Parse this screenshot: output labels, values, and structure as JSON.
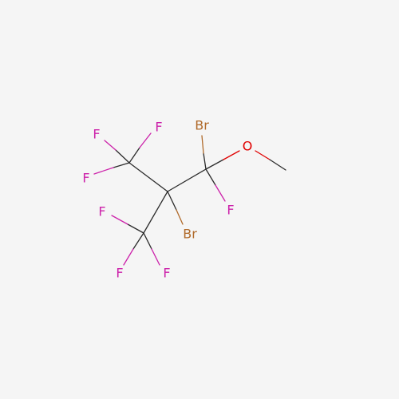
{
  "colors": {
    "background": "#f5f5f5",
    "carbon_bond": "#2b2b2b",
    "fluorine": "#cc22aa",
    "bromine": "#b06a2a",
    "oxygen": "#e00000"
  },
  "atoms": {
    "f1": "F",
    "f2": "F",
    "f3": "F",
    "f4": "F",
    "f5": "F",
    "f6": "F",
    "f7": "F",
    "br1": "Br",
    "br2": "Br",
    "o1": "O"
  }
}
